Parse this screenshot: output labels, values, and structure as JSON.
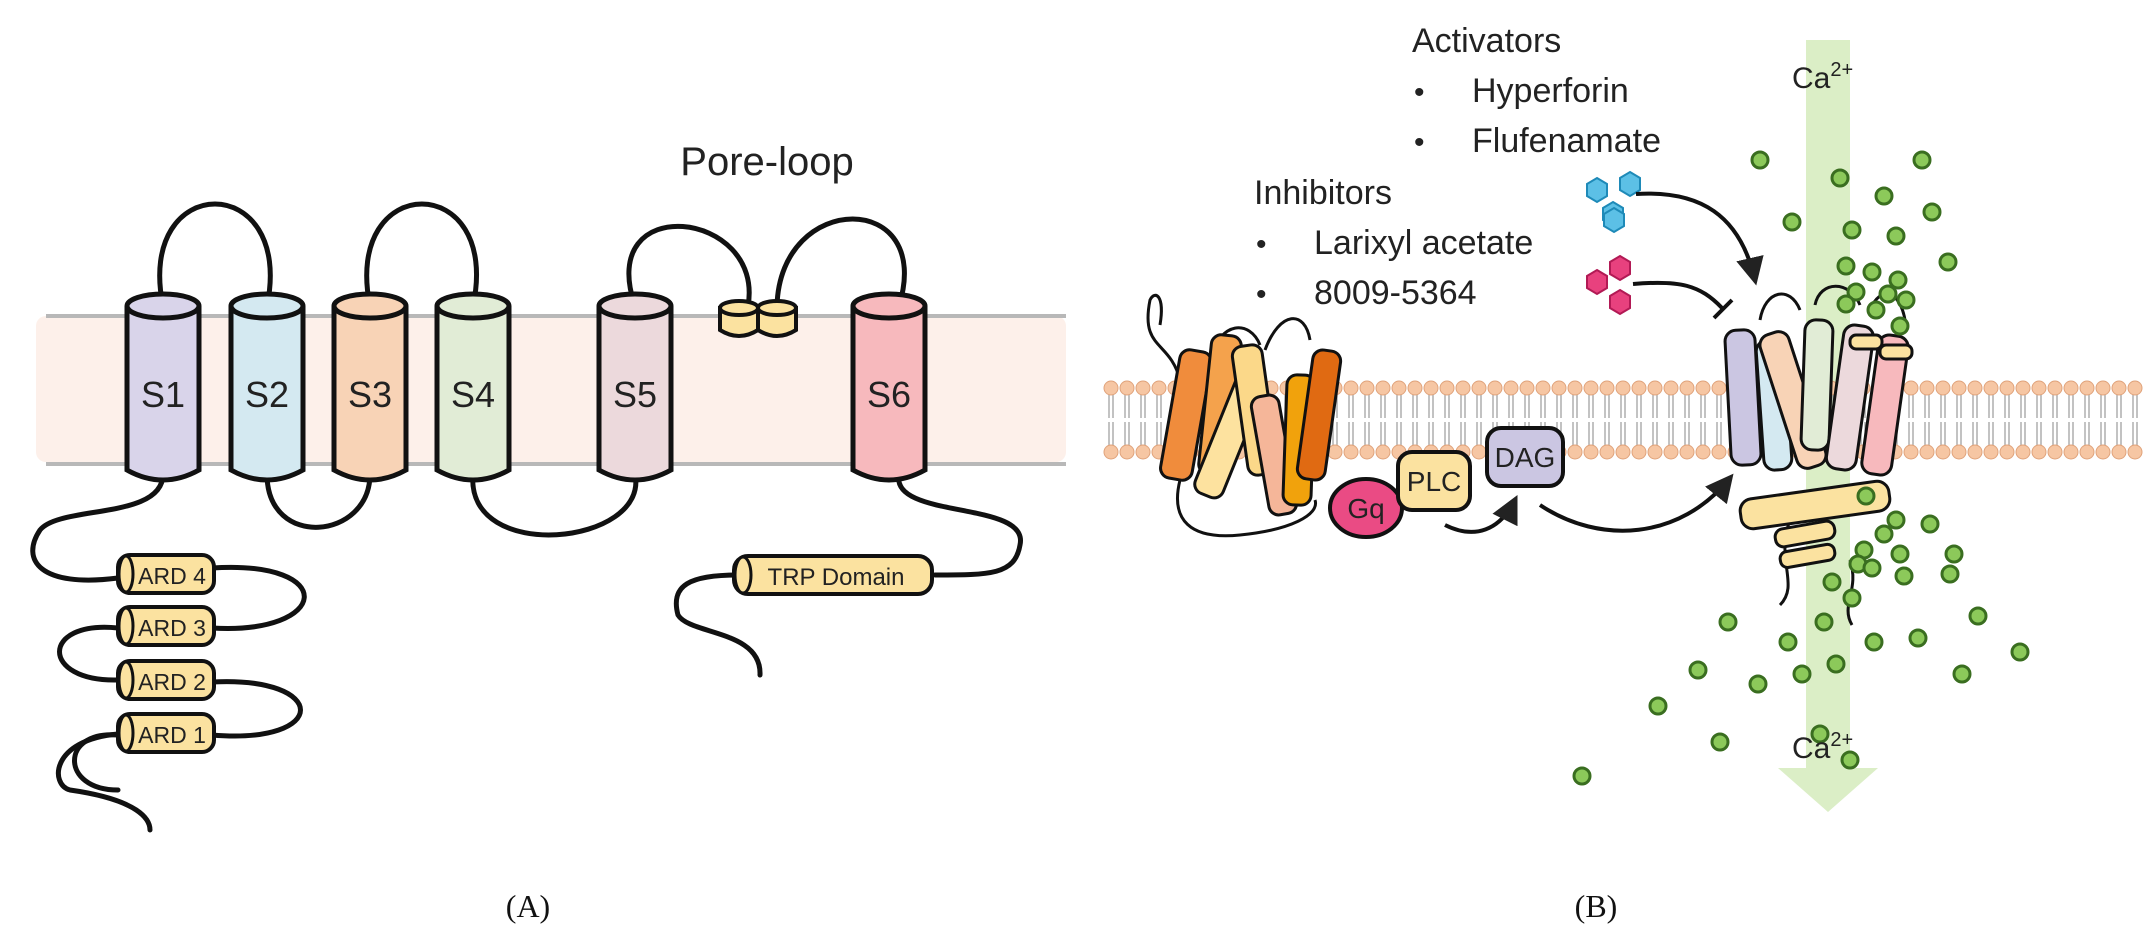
{
  "panelA": {
    "caption": "(A)",
    "pore_loop_label": "Pore-loop",
    "segments": [
      {
        "label": "S1",
        "color": "#d9d4ea"
      },
      {
        "label": "S2",
        "color": "#d4e9f1"
      },
      {
        "label": "S3",
        "color": "#f8d3b6"
      },
      {
        "label": "S4",
        "color": "#e1ecd6"
      },
      {
        "label": "S5",
        "color": "#ecd9dc"
      },
      {
        "label": "S6",
        "color": "#f7b9bd"
      }
    ],
    "ankyrin_repeats": [
      "ARD 4",
      "ARD 3",
      "ARD 2",
      "ARD 1"
    ],
    "trp_domain_label": "TRP Domain",
    "membrane_color": "#fdf0ea",
    "domain_color": "#fbe2a0"
  },
  "panelB": {
    "caption": "(B)",
    "activators_title": "Activators",
    "activators": [
      "Hyperforin",
      "Flufenamate"
    ],
    "inhibitors_title": "Inhibitors",
    "inhibitors": [
      "Larixyl acetate",
      "8009-5364"
    ],
    "bullet": "•",
    "gq_label": "Gq",
    "plc_label": "PLC",
    "dag_label": "DAG",
    "ion_symbol": "Ca",
    "ion_charge": "2+",
    "colors": {
      "activator": "#5cc0e6",
      "inhibitor": "#e8417e",
      "gq": "#ea4b84",
      "plc": "#fbe2a0",
      "dag": "#cbc6e2",
      "calcium": "#8cc95a",
      "ca_arrow": "#dbeec6",
      "lipid_head": "#f6c6a3"
    }
  }
}
